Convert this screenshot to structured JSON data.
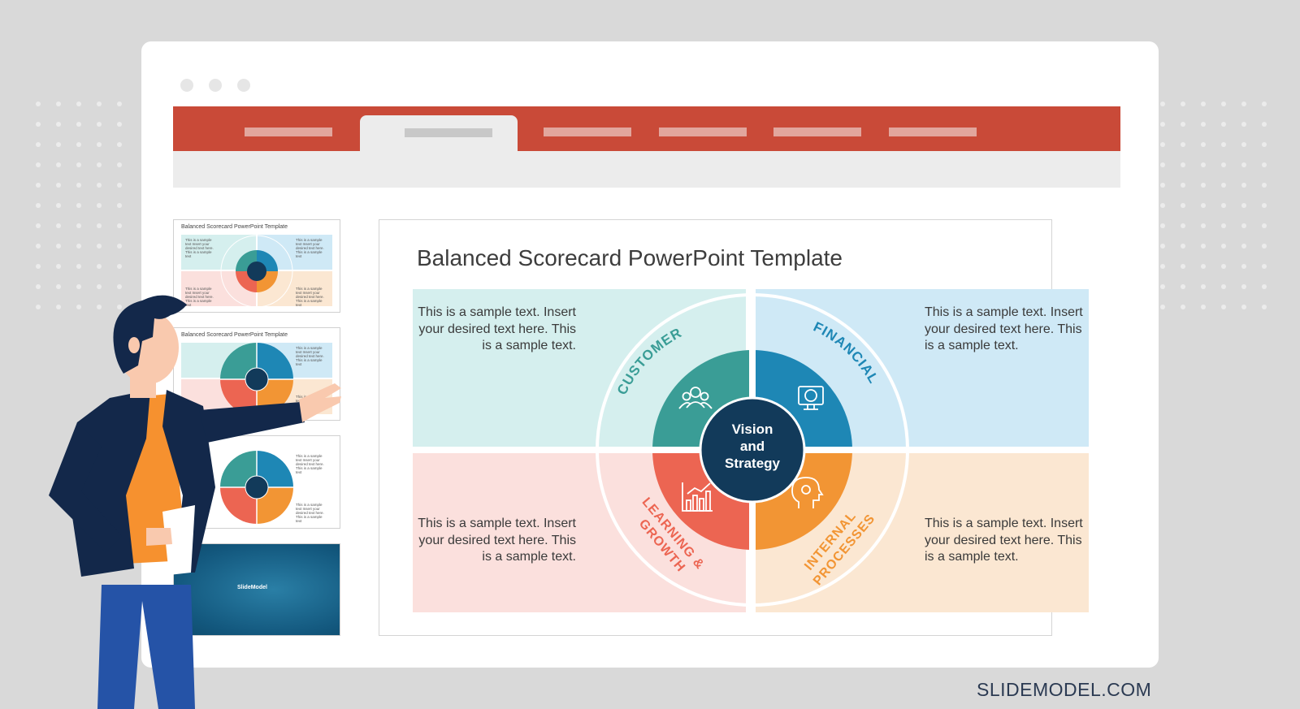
{
  "slide": {
    "title": "Balanced Scorecard PowerPoint Template",
    "quadrants": {
      "customer": {
        "label": "CUSTOMER",
        "text": "This is a sample text. Insert your desired text here. This is a sample text.",
        "color": "#3a9d96",
        "bg": "#d5efee"
      },
      "financial": {
        "label": "FINANCIAL",
        "text": "This is a sample text. Insert your desired text here. This is a sample text.",
        "color": "#1e87b5",
        "bg": "#cfe9f6"
      },
      "learning": {
        "label_line1": "LEARNING &",
        "label_line2": "GROWTH",
        "text": "This is a sample text. Insert your desired text here. This is a sample text.",
        "color": "#ec6552",
        "bg": "#fbe0dd"
      },
      "internal": {
        "label_line1": "INTERNAL",
        "label_line2": "PROCESSES",
        "text": "This is a sample text. Insert your desired text here. This is a sample text.",
        "color": "#f29534",
        "bg": "#fbe7d2"
      }
    },
    "center": {
      "line1": "Vision",
      "line2": "and",
      "line3": "Strategy",
      "color": "#123a5a"
    }
  },
  "thumbnails": [
    {
      "title": "Balanced Scorecard PowerPoint Template"
    },
    {
      "title": "Balanced Scorecard PowerPoint Template"
    },
    {
      "title": "Balanced Scorecard PowerPoint Template"
    },
    {
      "brand": "SlideModel"
    }
  ],
  "thumb_text": "This is a sample text Insert your desired text here. This is a sample text",
  "brand": "SLIDEMODEL.COM",
  "colors": {
    "ribbon": "#c94a38",
    "window": "#ffffff",
    "background": "#d9d9d9"
  }
}
